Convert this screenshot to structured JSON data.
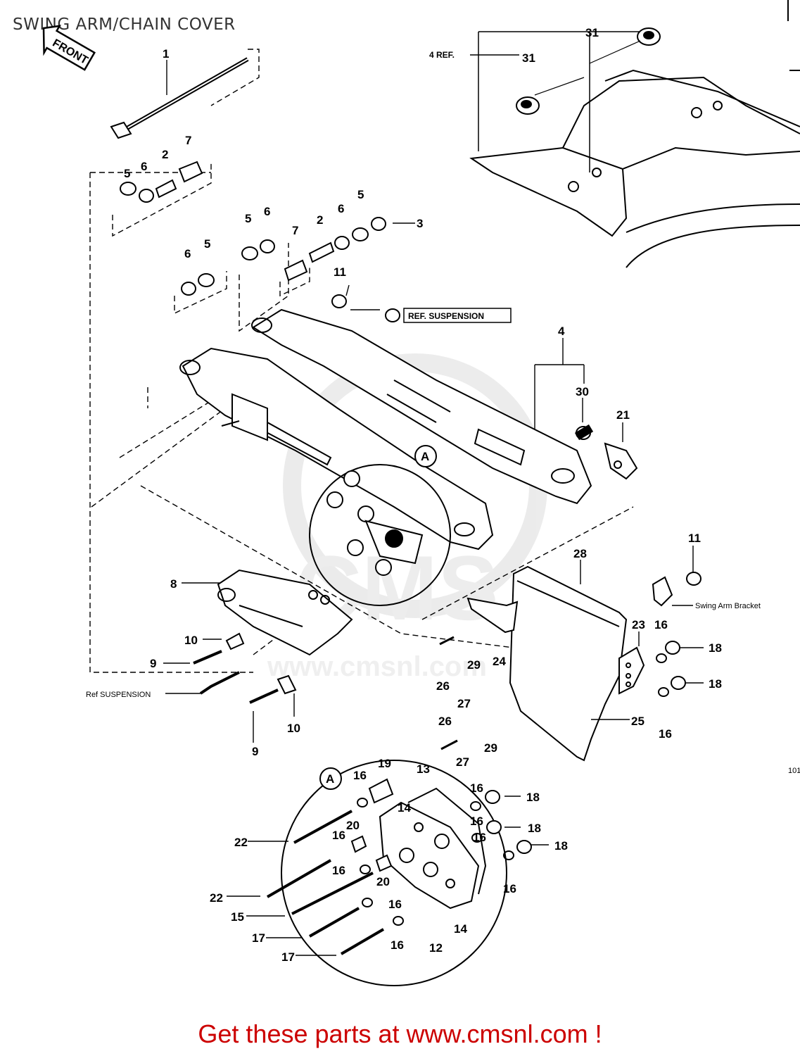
{
  "title": "SWING ARM/CHAIN COVER",
  "footer": "Get these parts at www.cmsnl.com !",
  "colors": {
    "footer": "#cc0000",
    "watermark": "#e2e2e2",
    "line": "#000000"
  },
  "front_marker": "FRONT",
  "side_code": "101",
  "watermark": "www.cmsnl.com",
  "refs": {
    "four_ref": "4 REF.",
    "ref_suspension": "REF. SUSPENSION",
    "ref_suspension_small": "Ref SUSPENSION",
    "swing_arm_bracket": "Swing Arm Bracket",
    "detail_a": "A"
  },
  "labels": [
    {
      "id": "p1",
      "text": "1"
    },
    {
      "id": "p2a",
      "text": "2"
    },
    {
      "id": "p2b",
      "text": "2"
    },
    {
      "id": "p3",
      "text": "3"
    },
    {
      "id": "p4",
      "text": "4"
    },
    {
      "id": "p5a",
      "text": "5"
    },
    {
      "id": "p5b",
      "text": "5"
    },
    {
      "id": "p5c",
      "text": "5"
    },
    {
      "id": "p5d",
      "text": "5"
    },
    {
      "id": "p6a",
      "text": "6"
    },
    {
      "id": "p6b",
      "text": "6"
    },
    {
      "id": "p6c",
      "text": "6"
    },
    {
      "id": "p6d",
      "text": "6"
    },
    {
      "id": "p7a",
      "text": "7"
    },
    {
      "id": "p7b",
      "text": "7"
    },
    {
      "id": "p8",
      "text": "8"
    },
    {
      "id": "p9a",
      "text": "9"
    },
    {
      "id": "p9b",
      "text": "9"
    },
    {
      "id": "p10a",
      "text": "10"
    },
    {
      "id": "p10b",
      "text": "10"
    },
    {
      "id": "p11a",
      "text": "11"
    },
    {
      "id": "p11b",
      "text": "11"
    },
    {
      "id": "p12",
      "text": "12"
    },
    {
      "id": "p13",
      "text": "13"
    },
    {
      "id": "p14a",
      "text": "14"
    },
    {
      "id": "p14b",
      "text": "14"
    },
    {
      "id": "p15",
      "text": "15"
    },
    {
      "id": "p16a",
      "text": "16"
    },
    {
      "id": "p16b",
      "text": "16"
    },
    {
      "id": "p16c",
      "text": "16"
    },
    {
      "id": "p16d",
      "text": "16"
    },
    {
      "id": "p16e",
      "text": "16"
    },
    {
      "id": "p16f",
      "text": "16"
    },
    {
      "id": "p16g",
      "text": "16"
    },
    {
      "id": "p16h",
      "text": "16"
    },
    {
      "id": "p16i",
      "text": "16"
    },
    {
      "id": "p16j",
      "text": "16"
    },
    {
      "id": "p16k",
      "text": "16"
    },
    {
      "id": "p17a",
      "text": "17"
    },
    {
      "id": "p17b",
      "text": "17"
    },
    {
      "id": "p18a",
      "text": "18"
    },
    {
      "id": "p18b",
      "text": "18"
    },
    {
      "id": "p18c",
      "text": "18"
    },
    {
      "id": "p18d",
      "text": "18"
    },
    {
      "id": "p18e",
      "text": "18"
    },
    {
      "id": "p19",
      "text": "19"
    },
    {
      "id": "p20a",
      "text": "20"
    },
    {
      "id": "p20b",
      "text": "20"
    },
    {
      "id": "p21",
      "text": "21"
    },
    {
      "id": "p22a",
      "text": "22"
    },
    {
      "id": "p22b",
      "text": "22"
    },
    {
      "id": "p23",
      "text": "23"
    },
    {
      "id": "p24",
      "text": "24"
    },
    {
      "id": "p25",
      "text": "25"
    },
    {
      "id": "p26a",
      "text": "26"
    },
    {
      "id": "p26b",
      "text": "26"
    },
    {
      "id": "p27a",
      "text": "27"
    },
    {
      "id": "p27b",
      "text": "27"
    },
    {
      "id": "p28",
      "text": "28"
    },
    {
      "id": "p29a",
      "text": "29"
    },
    {
      "id": "p29b",
      "text": "29"
    },
    {
      "id": "p30",
      "text": "30"
    },
    {
      "id": "p31a",
      "text": "31"
    },
    {
      "id": "p31b",
      "text": "31"
    }
  ]
}
